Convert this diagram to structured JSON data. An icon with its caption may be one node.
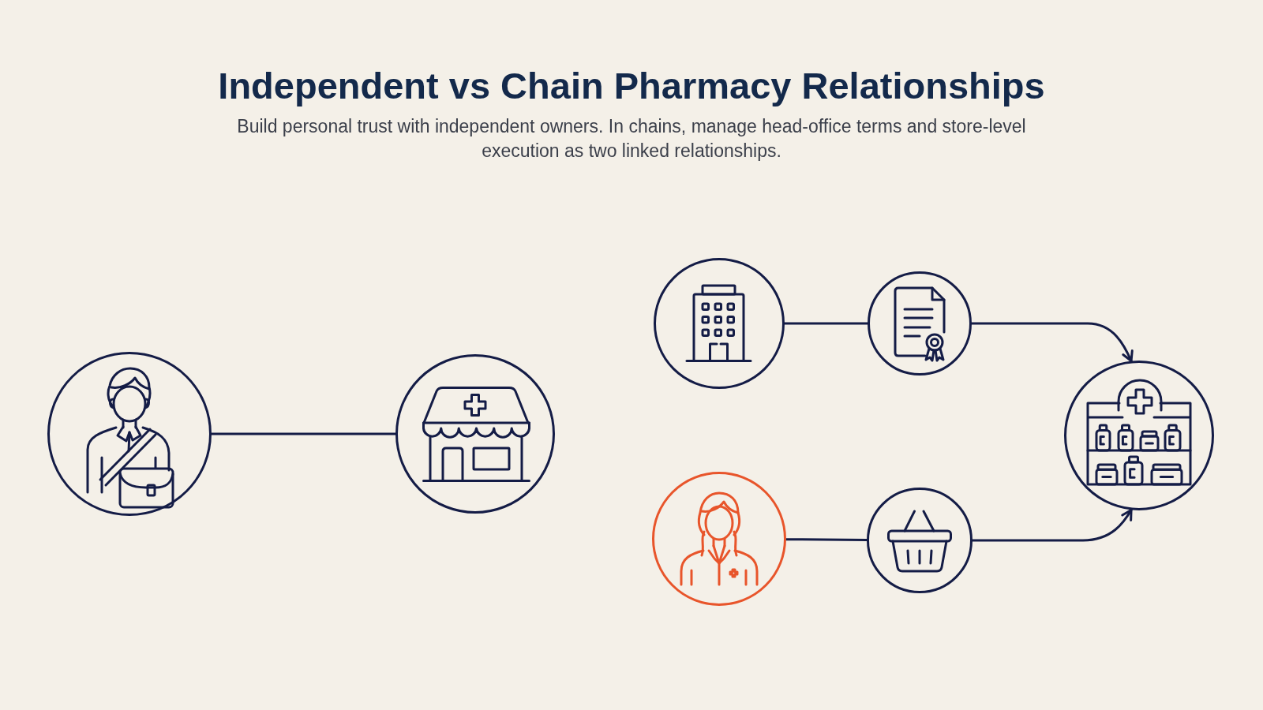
{
  "diagram": {
    "title": "Independent vs Chain Pharmacy Relationships",
    "caption": "Build personal trust with independent owners. In chains, manage head-office terms and store-level execution as two linked relationships.",
    "nodes": [
      {
        "text": [],
        "shape": "circle"
      },
      {
        "text": [],
        "shape": "circle"
      },
      {
        "text": [],
        "shape": "circle"
      },
      {
        "text": [],
        "shape": "circle"
      },
      {
        "text": [],
        "shape": "circle"
      },
      {
        "text": [],
        "shape": "circle"
      },
      {
        "text": [],
        "shape": "circle"
      }
    ],
    "edges": [
      {
        "from": 0,
        "to": 1,
        "arrow": "none"
      },
      {
        "from": 2,
        "to": 3,
        "arrow": "none"
      },
      {
        "from": 3,
        "to": 4,
        "arrow": "to"
      },
      {
        "from": 5,
        "to": 6,
        "arrow": "none"
      },
      {
        "from": 6,
        "to": 4,
        "arrow": "to"
      }
    ]
  }
}
